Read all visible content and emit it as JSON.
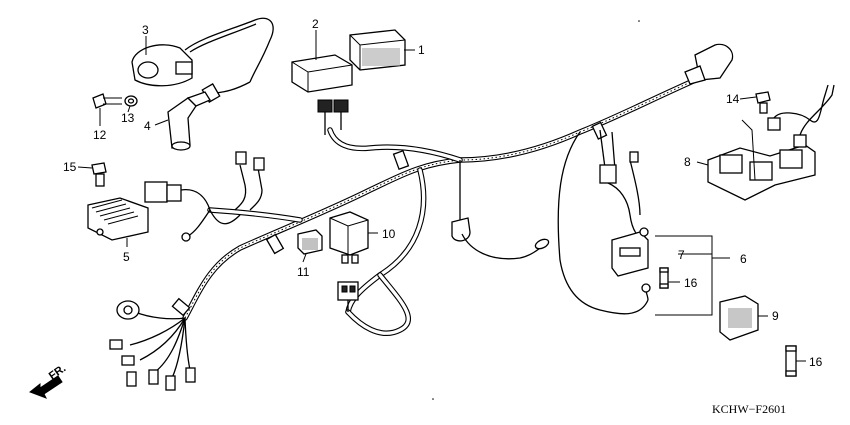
{
  "diagram": {
    "callouts": {
      "c1": "1",
      "c2": "2",
      "c3": "3",
      "c4": "4",
      "c5": "5",
      "c6": "6",
      "c7": "7",
      "c8": "8",
      "c9": "9",
      "c10": "10",
      "c11": "11",
      "c12": "12",
      "c13": "13",
      "c14": "14",
      "c15": "15",
      "c16a": "16",
      "c16b": "16"
    },
    "direction_label": "FR.",
    "figure_code": "KCHW−F2601"
  }
}
